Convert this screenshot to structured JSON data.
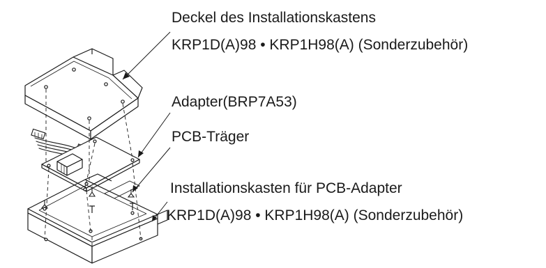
{
  "labels": {
    "cover_title": "Deckel des Installationskastens",
    "cover_part": "KRP1D(A)98 • KRP1H98(A) (Sonderzubehör)",
    "adapter": "Adapter(BRP7A53)",
    "pcb_carrier": "PCB-Träger",
    "box_title": "Installationskasten für PCB-Adapter",
    "box_part": "KRP1D(A)98 • KRP1H98(A) (Sonderzubehör)"
  },
  "colors": {
    "line": "#1a1a1a",
    "background": "#ffffff"
  }
}
